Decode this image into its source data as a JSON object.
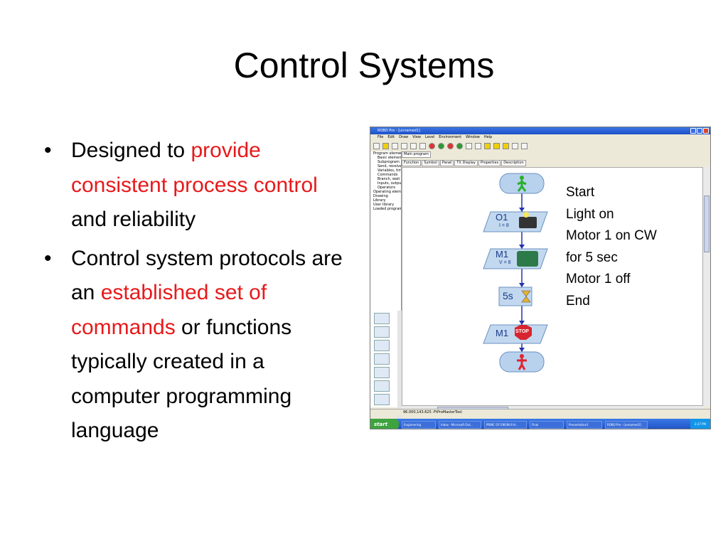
{
  "slide": {
    "title": "Control Systems"
  },
  "bullets": [
    {
      "parts": [
        {
          "text": "Designed to ",
          "highlight": false
        },
        {
          "text": "provide consistent process control",
          "highlight": true
        },
        {
          "text": " and reliability",
          "highlight": false
        }
      ]
    },
    {
      "parts": [
        {
          "text": "Control system protocols are an ",
          "highlight": false
        },
        {
          "text": "established set of commands",
          "highlight": true
        },
        {
          "text": " or functions typically created in a computer programming language",
          "highlight": false
        }
      ]
    }
  ],
  "colors": {
    "highlight": "#e8191b",
    "text": "#000000"
  },
  "screenshot": {
    "window_title": "ROBO Pro - [unnamed1]",
    "menu": [
      "File",
      "Edit",
      "Draw",
      "View",
      "Level",
      "Environment",
      "Window",
      "Help"
    ],
    "tree": [
      {
        "label": "Program elements",
        "sub": false
      },
      {
        "label": "Basic elements",
        "sub": true
      },
      {
        "label": "Subprogram I/O",
        "sub": true
      },
      {
        "label": "Send, receive",
        "sub": true
      },
      {
        "label": "Variables, timer",
        "sub": true
      },
      {
        "label": "Commands",
        "sub": true
      },
      {
        "label": "Branch, wait ...",
        "sub": true
      },
      {
        "label": "Inputs, outputs",
        "sub": true
      },
      {
        "label": "Operators",
        "sub": true
      },
      {
        "label": "Operating elements",
        "sub": false
      },
      {
        "label": "Drawing",
        "sub": false
      },
      {
        "label": "Library",
        "sub": false
      },
      {
        "label": "User library",
        "sub": false
      },
      {
        "label": "Loaded programs",
        "sub": false
      }
    ],
    "tab_main": "Main program",
    "subtabs": [
      "Function",
      "Symbol",
      "Panel",
      "TX Display",
      "Properties",
      "Description"
    ],
    "status": "96.000,143.625 -FtProMasterTool",
    "taskbar": {
      "start": "start",
      "tasks": [
        "Engineering",
        "Inbox - Microsoft Out...",
        "PRINC OF ENGIN 8 H...",
        "Final",
        "Presentation1",
        "ROBO Pro - [unnamed1]"
      ],
      "clock": "2:27 PM"
    },
    "flow": {
      "o1": "O1",
      "o1_sub": "I = 8",
      "m1": "M1",
      "m1_sub": "V = 8",
      "wait": "5s",
      "m1_stop": "M1",
      "stop_label": "STOP"
    }
  },
  "legend": [
    "Start",
    "Light on",
    "Motor 1 on CW",
    "for 5 sec",
    "Motor 1 off",
    "End"
  ]
}
